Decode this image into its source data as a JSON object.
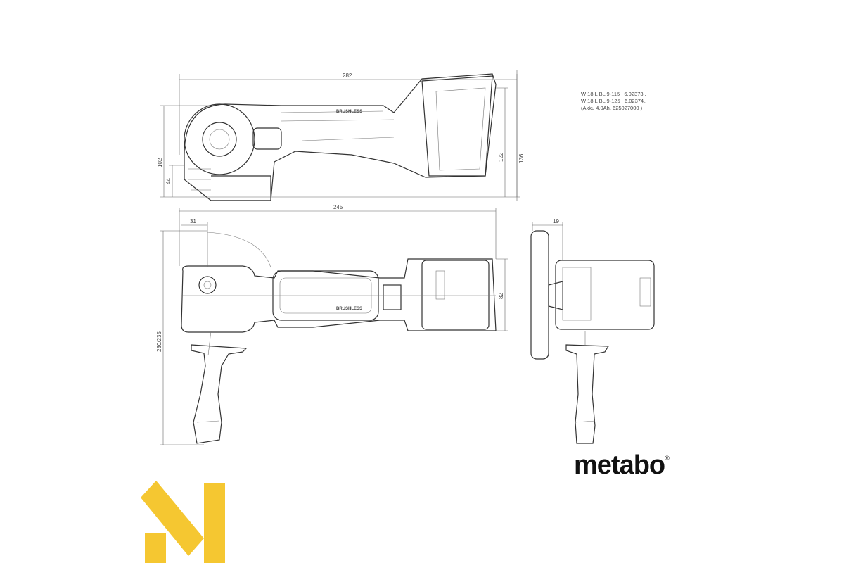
{
  "spec": {
    "lines": [
      "W 18 L BL 9-115   6.02373..",
      "W 18 L BL 9-125   6.02374..",
      "(Akku 4.0Ah. 625027000 )"
    ]
  },
  "dimensions": {
    "overall_length_side": "282",
    "height_head": "102",
    "height_guard": "44",
    "height_battery": "122",
    "height_total": "136",
    "length_top": "245",
    "offset_front": "31",
    "handle_span": "230/235",
    "width_battery": "82",
    "disc_offset": "19"
  },
  "labels": {
    "brushless": "BRUSHLESS"
  },
  "brand": {
    "name": "metabo",
    "mark": "®"
  },
  "colors": {
    "accent_logo": "#f5c731",
    "line": "#333333"
  }
}
